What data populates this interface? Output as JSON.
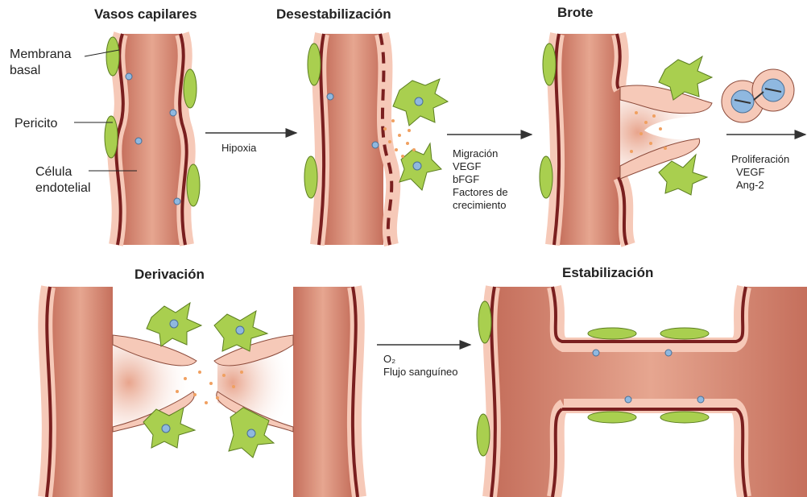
{
  "titles": {
    "capillaries": "Vasos capilares",
    "destabilization": "Desestabilización",
    "sprout": "Brote",
    "shunt": "Derivación",
    "stabilization": "Estabilización"
  },
  "labels": {
    "basement_membrane": "Membrana basal",
    "pericyte": "Pericito",
    "endothelial_cell": "Célula endotelial"
  },
  "arrows": {
    "hypoxia": [
      "Hipoxia"
    ],
    "migration": [
      "Migración",
      "VEGF",
      "bFGF",
      "Factores de",
      "crecimiento"
    ],
    "proliferation": [
      "Proliferación",
      "VEGF",
      "Ang-2"
    ],
    "flow": [
      "O₂",
      "Flujo sanguíneo"
    ]
  },
  "colors": {
    "lumen": "#d98f78",
    "lumen_dark": "#c56f5c",
    "endothelium": "#f6c9b8",
    "endothelium_stroke": "#8c4a3a",
    "membrane": "#7a1f1f",
    "pericyte": "#a9cf4f",
    "pericyte_stroke": "#5b7d20",
    "nucleus": "#8fb8e0",
    "growth_dot": "#f0a060",
    "arrow": "#333333"
  }
}
